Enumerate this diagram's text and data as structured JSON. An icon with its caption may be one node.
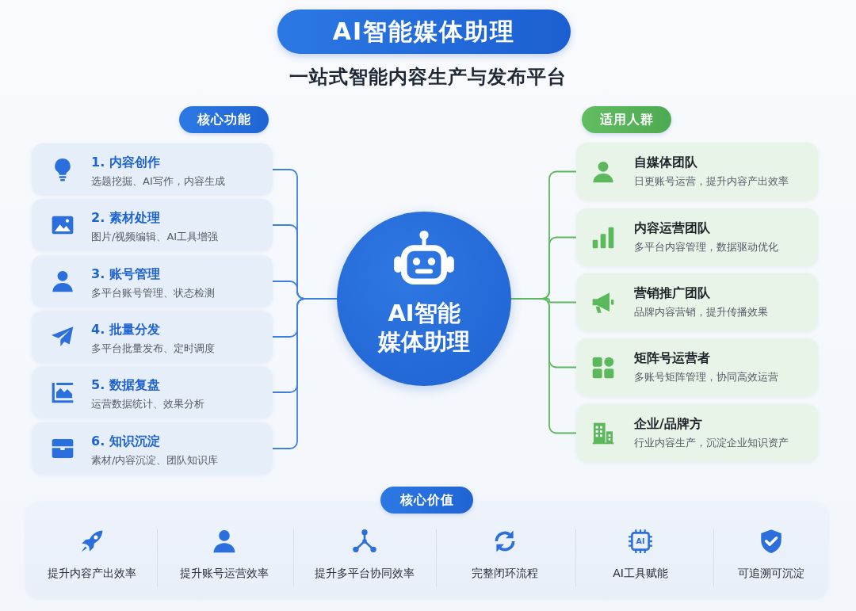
{
  "diagram": {
    "title": "AI智能媒体助理",
    "nodes": [
      {
        "text": [
          "核心功能"
        ]
      },
      {
        "text": [
          "适用人群"
        ]
      },
      {
        "text": [
          "1. 内容创作",
          "选题挖掘、AI写作，内容生成"
        ]
      },
      {
        "text": [
          "2. 素材处理",
          "图片/视频编辑、AI工具增强"
        ]
      },
      {
        "text": [
          "3. 账号管理",
          "多平台账号管理、状态检测"
        ]
      },
      {
        "text": [
          "4. 批量分发",
          "多平台批量发布、定时调度"
        ]
      },
      {
        "text": [
          "5. 数据复盘",
          "运营数据统计、效果分析"
        ]
      },
      {
        "text": [
          "6. 知识沉淀",
          "素材/内容沉淀、团队知识库"
        ]
      },
      {
        "text": [
          "AI智能媒体助理"
        ]
      },
      {
        "text": [
          "自媒体团队",
          "日更账号运营，提升内容产出效率"
        ]
      },
      {
        "text": [
          "内容运营团队",
          "多平台内容管理，数据驱动优化"
        ]
      },
      {
        "text": [
          "营销推广团队",
          "品牌内容营销，提升传播效果"
        ]
      },
      {
        "text": [
          "矩阵号运营者",
          "多账号矩阵管理，协同高效运营"
        ]
      },
      {
        "text": [
          "企业/品牌方",
          "行业内容生产，沉淀企业知识资产"
        ]
      },
      {
        "text": [
          "核心价值"
        ]
      },
      {
        "text": [
          "提升内容产出效率",
          "提升账号运营效率",
          "提升多平台协同效率",
          "完整闭环流程",
          "AI工具赋能",
          "可追溯可沉淀"
        ]
      }
    ],
    "edges": [
      {
        "from": 2,
        "to": 8,
        "arrow": "none"
      },
      {
        "from": 3,
        "to": 8,
        "arrow": "none"
      },
      {
        "from": 4,
        "to": 8,
        "arrow": "none"
      },
      {
        "from": 5,
        "to": 8,
        "arrow": "none"
      },
      {
        "from": 6,
        "to": 8,
        "arrow": "none"
      },
      {
        "from": 7,
        "to": 8,
        "arrow": "none"
      },
      {
        "from": 8,
        "to": 9,
        "arrow": "none",
        "color": "#5cb85c"
      },
      {
        "from": 8,
        "to": 10,
        "arrow": "none",
        "color": "#5cb85c"
      },
      {
        "from": 8,
        "to": 11,
        "arrow": "none",
        "color": "#5cb85c"
      },
      {
        "from": 8,
        "to": 12,
        "arrow": "none",
        "color": "#5cb85c"
      },
      {
        "from": 8,
        "to": 13,
        "arrow": "none",
        "color": "#5cb85c"
      }
    ],
    "labels": [
      "一站式智能内容生产与发布平台",
      "AI"
    ]
  }
}
